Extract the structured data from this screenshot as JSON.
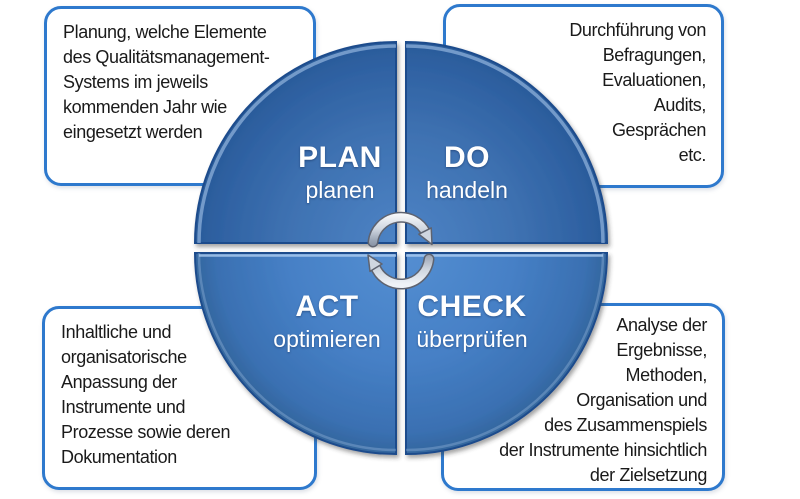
{
  "quadrants": {
    "plan": {
      "label": "PLAN",
      "sublabel": "planen"
    },
    "do": {
      "label": "DO",
      "sublabel": "handeln"
    },
    "act": {
      "label": "ACT",
      "sublabel": "optimieren"
    },
    "check": {
      "label": "CHECK",
      "sublabel": "überprüfen"
    }
  },
  "annotations": {
    "plan": "Planung, welche Elemente\ndes Qualitätsmanagement-\nSystems im jeweils\nkommenden Jahr wie\neingesetzt werden",
    "do": "Durchführung von\nBefragungen,\nEvaluationen,\nAudits,\nGesprächen\netc.",
    "act": "Inhaltliche und\norganisatorische\nAnpassung der\nInstrumente und\nProzesse sowie deren\nDokumentation",
    "check": "Analyse der\nErgebnisse,\nMethoden,\nOrganisation und\ndes Zusammenspiels\nder Instrumente hinsichtlich\nder Zielsetzung"
  },
  "icons": {
    "center": "cycle-arrows-icon"
  },
  "colors": {
    "box_border": "#2e79cd",
    "box_background": "#ffffff",
    "text": "#1a1a1a",
    "label_text": "#ffffff",
    "quadrant_border": "#1d4c8c",
    "quadrant_top_inner": "#4d84c6",
    "quadrant_top_outer": "#2b5b9a",
    "quadrant_bottom_inner": "#558fd2",
    "quadrant_bottom_outer": "#34679f",
    "highlight": "#aecdf0",
    "arrow_metal_light": "#fcfdfe",
    "arrow_metal_dark": "#7c8698"
  }
}
